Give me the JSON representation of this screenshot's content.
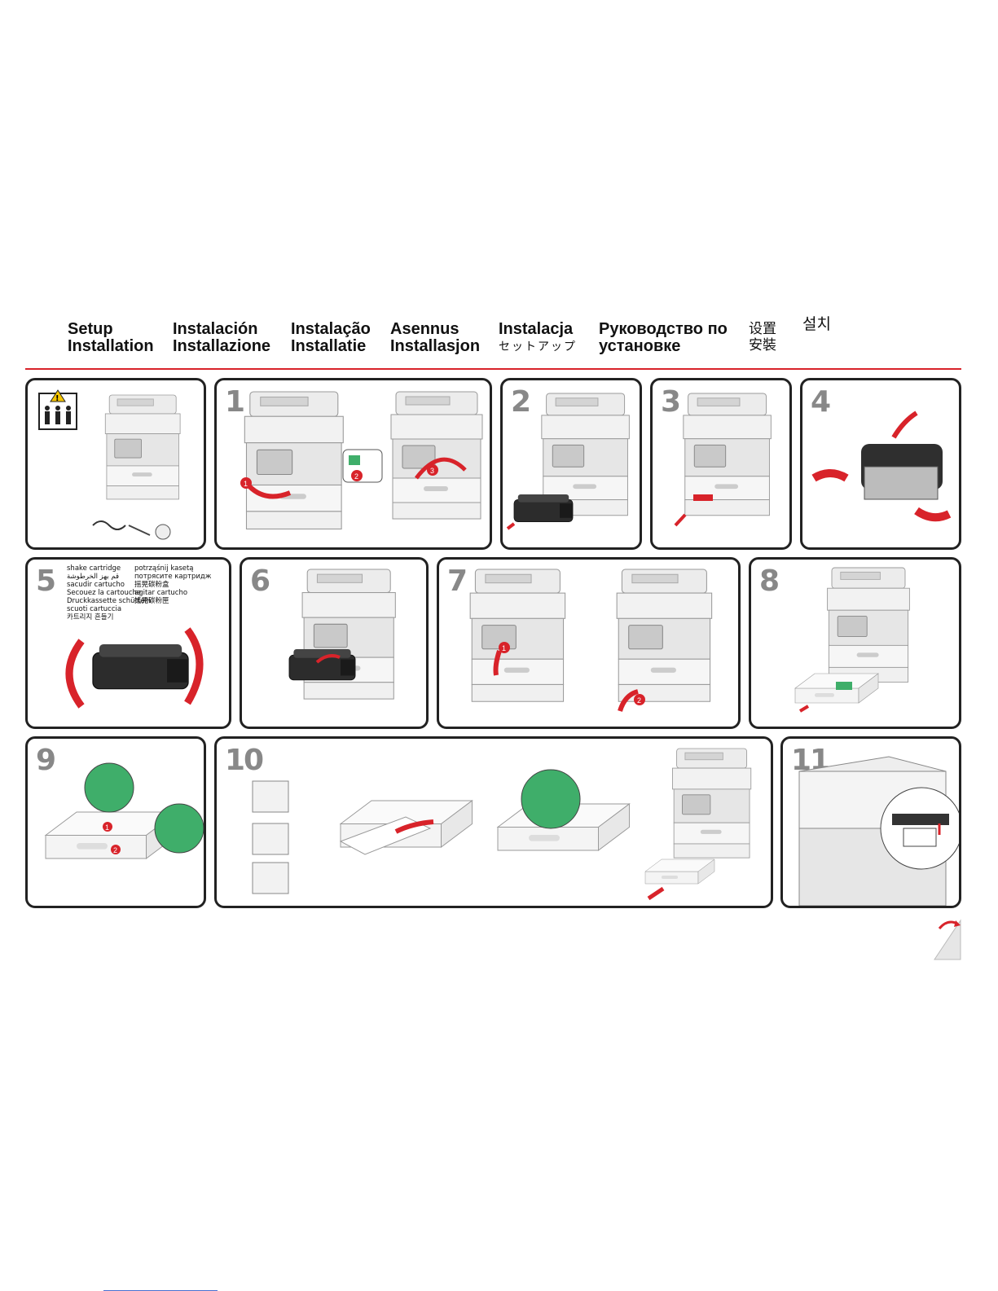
{
  "titles": [
    {
      "l1": "Setup",
      "l2": "Installation"
    },
    {
      "l1": "Instalación",
      "l2": "Installazione"
    },
    {
      "l1": "Instalação",
      "l2": "Installatie"
    },
    {
      "l1": "Asennus",
      "l2": "Installasjon"
    },
    {
      "l1": "Instalacja",
      "l2": "セットアップ"
    },
    {
      "l1": "Руководство по",
      "l2": "установке"
    },
    {
      "l1": "设置",
      "l2": "安裝"
    },
    {
      "l1": "설치",
      "l2": ""
    }
  ],
  "steps": [
    "1",
    "2",
    "3",
    "4",
    "5",
    "6",
    "7",
    "8",
    "9",
    "10",
    "11"
  ],
  "shake_text": {
    "col1": [
      "shake cartridge",
      "قم بهز الخرطوشة",
      "sacudir cartucho",
      "Secouez la cartouche",
      "Druckkassette schütteln",
      "scuoti cartuccia",
      "카트리지 흔들기"
    ],
    "col2": [
      "potrząśnij kasetą",
      "потрясите картридж",
      "摇晃碳粉盒",
      "agitar cartucho",
      "搖晃碳粉匣"
    ]
  },
  "colors": {
    "accent": "#d8232a",
    "frame": "#222222",
    "step_number": "#888888",
    "guide_green": "#3fae6a"
  }
}
